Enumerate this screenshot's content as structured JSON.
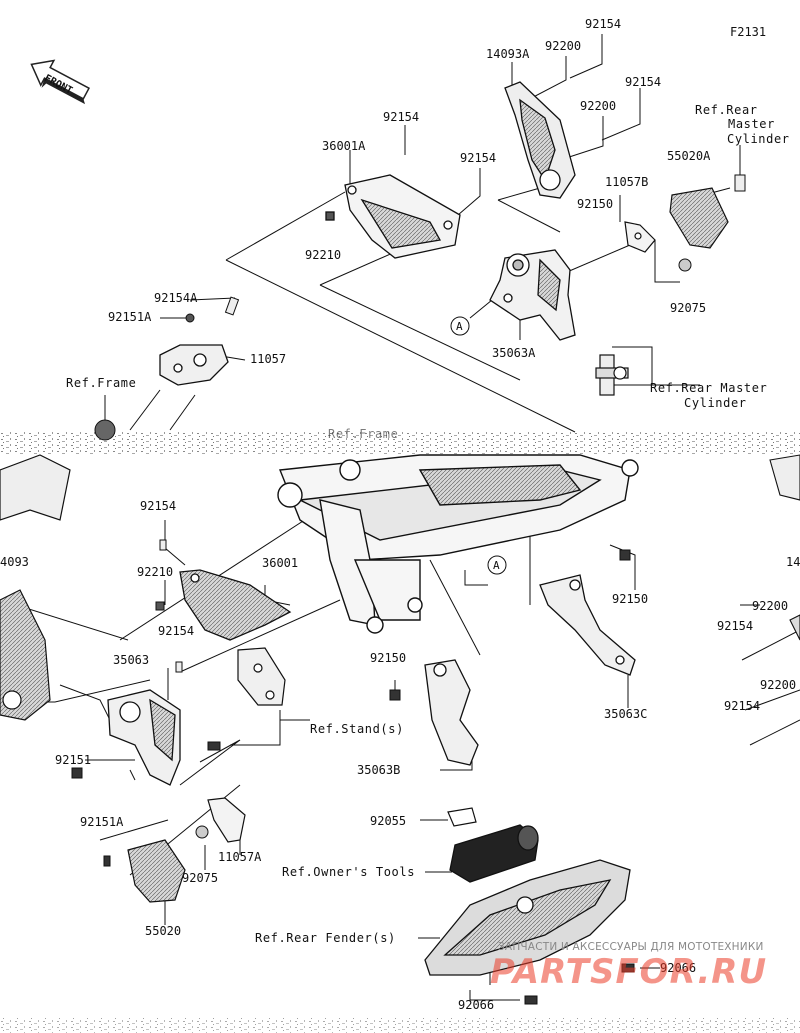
{
  "figure_code": "F2131",
  "front_marker": "FRONT",
  "callout_letter": "A",
  "watermark": {
    "tagline": "ЗАПЧАСТИ И АКСЕССУАРЫ ДЛЯ МОТОТЕХНИКИ",
    "brand": "PARTSFOR.RU"
  },
  "part_labels": {
    "p92154_top_a": "92154",
    "p92200_a": "92200",
    "p14093A": "14093A",
    "p92154_top_b": "92154",
    "p92200_b": "92200",
    "p92154_36": "92154",
    "p36001A": "36001A",
    "p92154_c": "92154",
    "p92210_a": "92210",
    "p11057B": "11057B",
    "p55020A": "55020A",
    "p92150_a": "92150",
    "p92075_a": "92075",
    "p35063A": "35063A",
    "p92154A": "92154A",
    "p92151A_a": "92151A",
    "p11057": "11057",
    "p92154_l": "92154",
    "p92210_b": "92210",
    "p36001": "36001",
    "p92154_m": "92154",
    "p35063": "35063",
    "p92151": "92151",
    "p92151A_b": "92151A",
    "p92075_b": "92075",
    "p11057A": "11057A",
    "p55020": "55020",
    "p92150_b": "92150",
    "p35063B": "35063B",
    "p92150_c": "92150",
    "p35063C": "35063C",
    "p92055": "92055",
    "p92066_a": "92066",
    "p92066_b": "92066",
    "p4093_left": "4093",
    "p14_right": "14",
    "p92200_r1": "92200",
    "p92154_r1": "92154",
    "p92200_r2": "92200",
    "p92154_r2": "92154"
  },
  "reference_labels": {
    "rear_master_cyl_line1": "Ref.Rear",
    "rear_master_cyl_line2": "Master",
    "rear_master_cyl_line3": "Cylinder",
    "frame": "Ref.Frame",
    "frame_partial": "Ref.Frame",
    "rear_master_cylinder": "Ref.Rear Master",
    "rear_master_cylinder_2": "Cylinder",
    "stands": "Ref.Stand(s)",
    "owners_tools": "Ref.Owner's Tools",
    "rear_fenders": "Ref.Rear Fender(s)"
  }
}
